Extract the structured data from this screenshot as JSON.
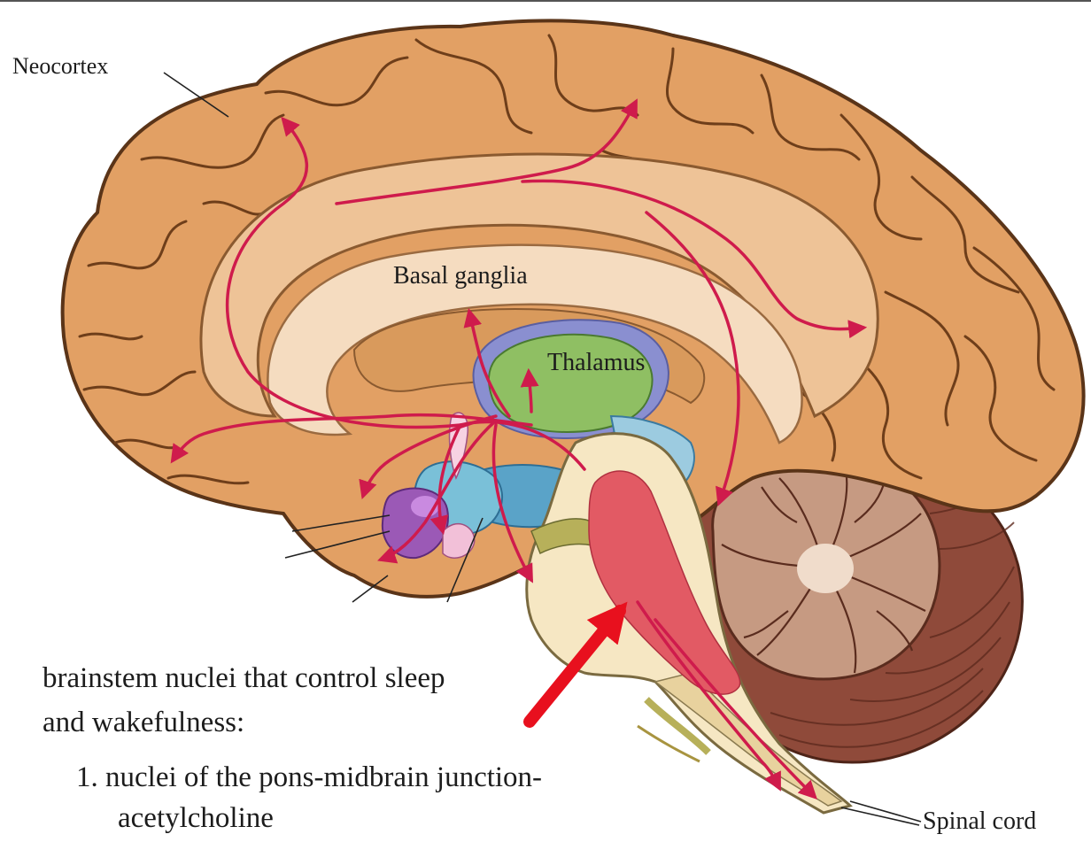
{
  "labels": {
    "neocortex": "Neocortex",
    "basal_ganglia": "Basal ganglia",
    "thalamus": "Thalamus",
    "spinal_cord": "Spinal cord"
  },
  "caption": {
    "line1": "brainstem nuclei that control sleep",
    "line2": "and wakefulness:",
    "item1_line1": "1. nuclei of the pons-midbrain junction-",
    "item1_line2": "acetylcholine"
  },
  "colors": {
    "cortex": "#e2a064",
    "cortex_dark": "#c27a45",
    "cortex_outline": "#5a3418",
    "inner_cortex": "#eec397",
    "corpus_callosum": "#f5dcc0",
    "thalamus": "#8fbf63",
    "basal_ganglia_band": "#8a8fd0",
    "hypothalamus_blue": "#5aa3c8",
    "brainstem": "#f6e7c3",
    "brainstem_nucleus": "#e25a64",
    "cerebellum": "#c69a82",
    "cerebellum_dark": "#8f4a3a",
    "cerebellum_core": "#f0dccb",
    "pathway_arrow": "#cf1b4c",
    "pointer_arrow": "#e8101e",
    "amygdala_purple": "#9b59b6"
  }
}
